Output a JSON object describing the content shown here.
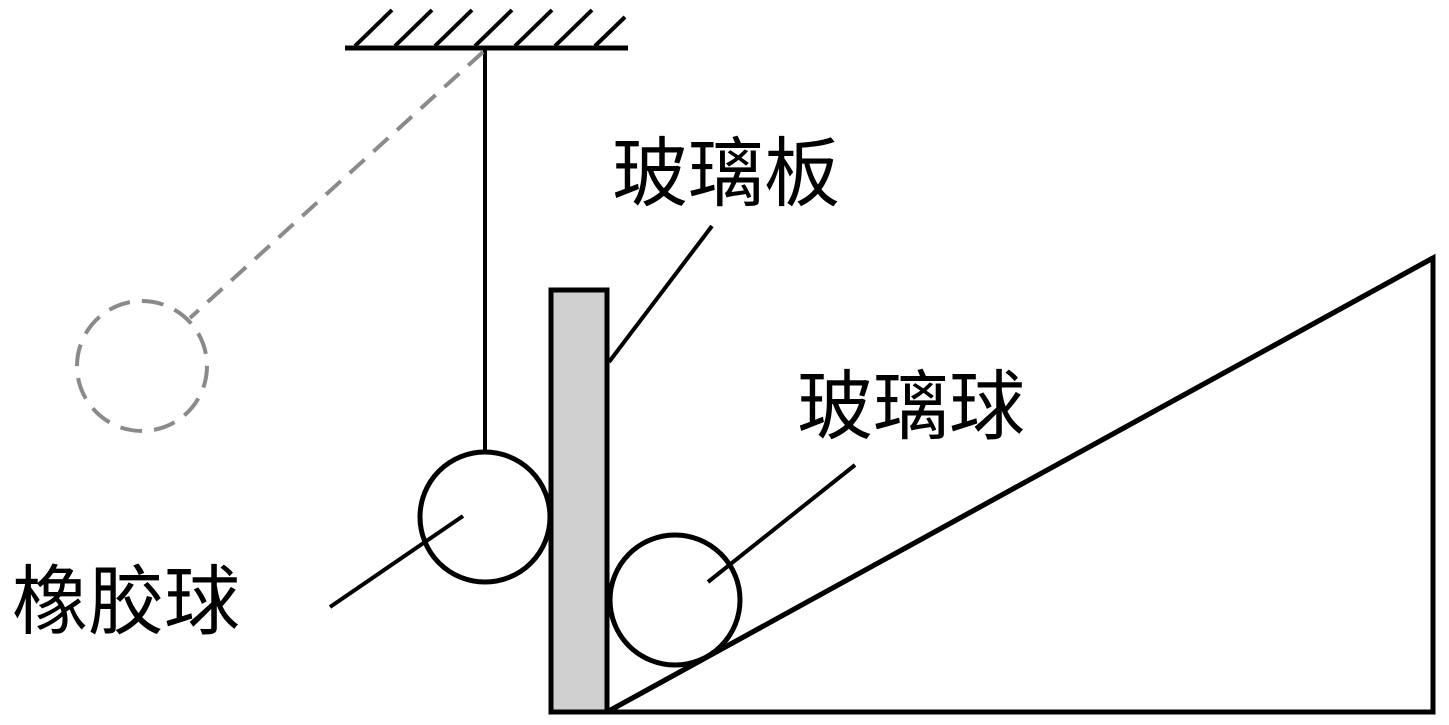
{
  "labels": {
    "glass_plate": "玻璃板",
    "glass_ball": "玻璃球",
    "rubber_ball": "橡胶球"
  },
  "colors": {
    "stroke": "#000000",
    "plate_fill": "#d0d0d0",
    "dashed_stroke": "#8a8a8a",
    "background": "#ffffff"
  }
}
